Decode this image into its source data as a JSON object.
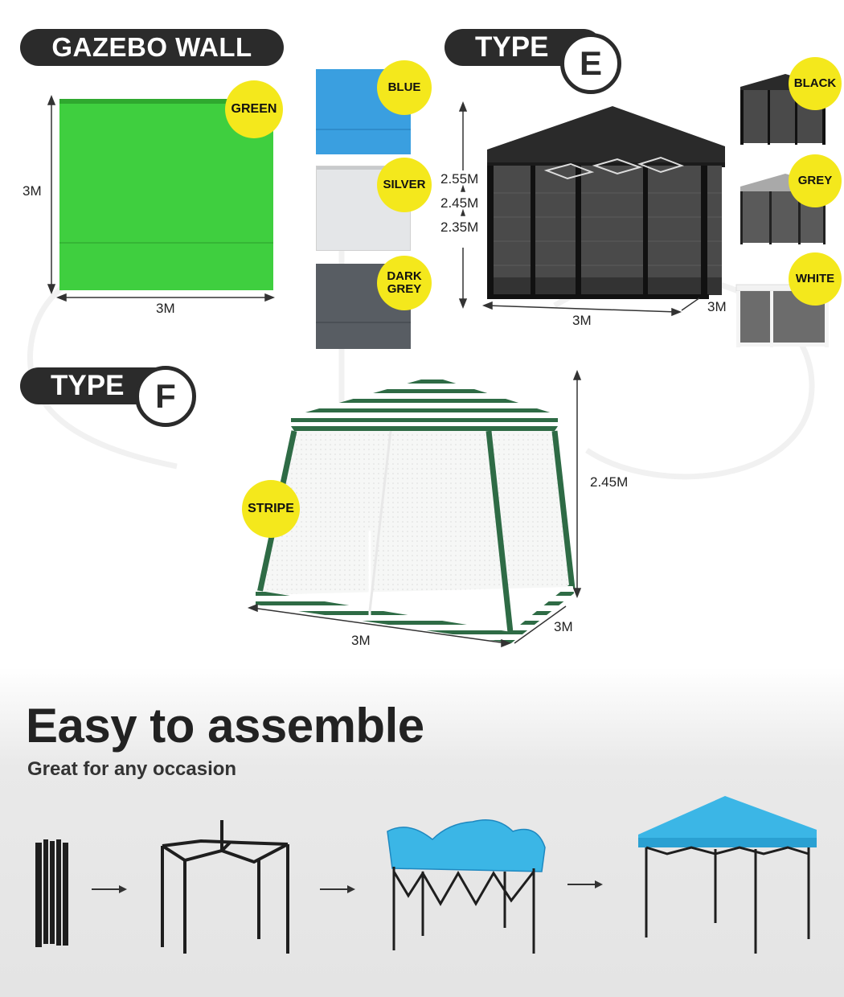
{
  "gazebo_wall": {
    "title": "GAZEBO WALL",
    "height_label": "3M",
    "width_label": "3M",
    "swatches": [
      {
        "label": "GREEN",
        "color": "#3fcf3f"
      },
      {
        "label": "BLUE",
        "color": "#3a9fe0"
      },
      {
        "label": "SILVER",
        "color": "#e4e6e8"
      },
      {
        "label": "DARK",
        "label2": "GREY",
        "color": "#585d63"
      }
    ]
  },
  "type_e": {
    "title": "TYPE",
    "letter": "E",
    "heights": [
      "2.55M",
      "2.45M",
      "2.35M"
    ],
    "width_label": "3M",
    "depth_label": "3M",
    "variants": [
      {
        "label": "BLACK",
        "color": "#2a2a2a"
      },
      {
        "label": "GREY",
        "color": "#a9a9a9"
      },
      {
        "label": "WHITE",
        "color": "#f2f2f2"
      }
    ]
  },
  "type_f": {
    "title": "TYPE",
    "letter": "F",
    "variant": "STRIPE",
    "height_label": "2.45M",
    "width_label": "3M",
    "depth_label": "3M"
  },
  "assembly": {
    "heading": "Easy to assemble",
    "subheading": "Great for any occasion",
    "canopy_color": "#3bb6e6"
  },
  "colors": {
    "badge_yellow": "#f4e81c",
    "pill_dark": "#2b2b2b",
    "stripe_green": "#2e6b45"
  }
}
